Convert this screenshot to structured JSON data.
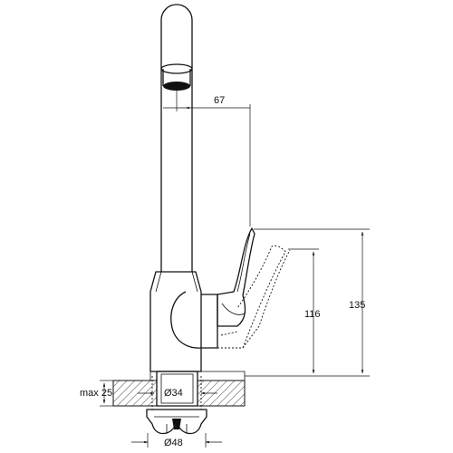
{
  "diagram": {
    "dimensions": {
      "spout_reach": "67",
      "total_height": "135",
      "outlet_height": "116",
      "max_deck_thickness": "max 25",
      "hole_diameter": "Ø34",
      "base_diameter": "Ø48"
    },
    "colors": {
      "line": "#111111",
      "background": "#ffffff"
    }
  }
}
